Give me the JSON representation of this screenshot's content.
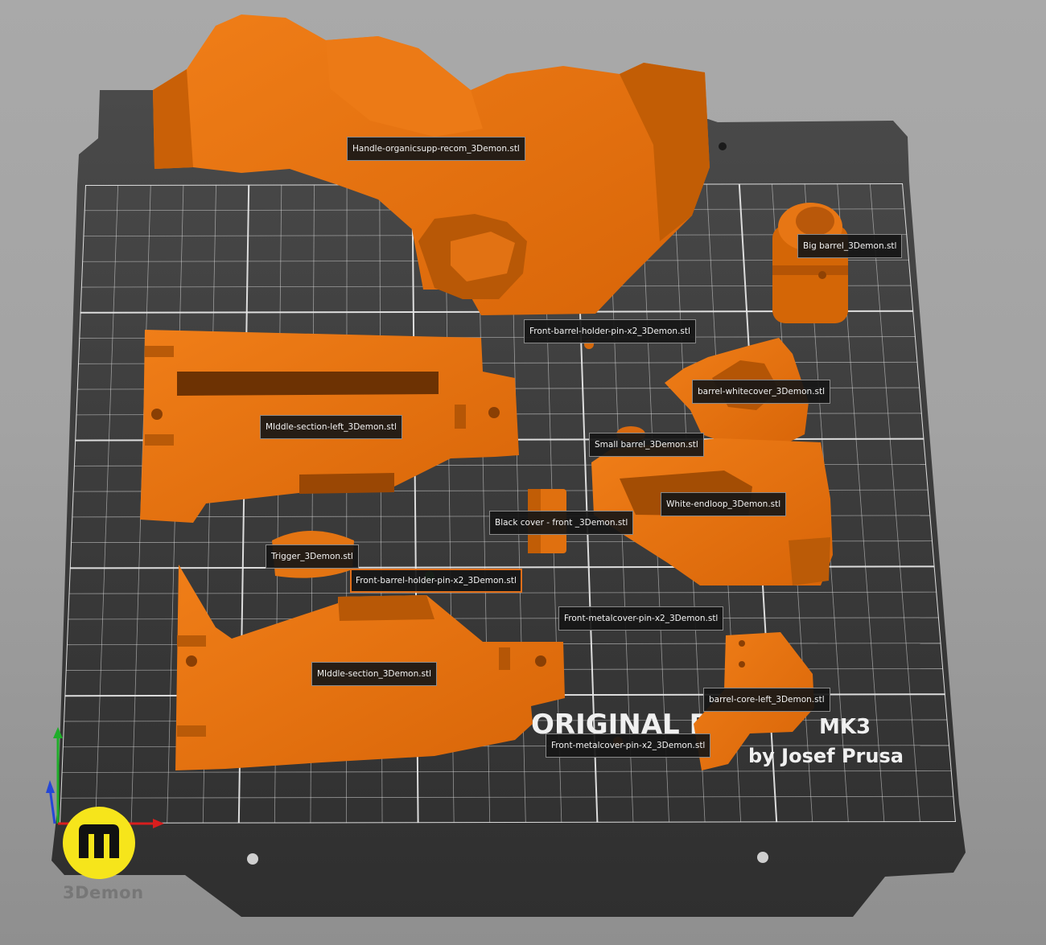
{
  "bed": {
    "printed_title_a": "ORIGINAL P",
    "printed_title_b": "MK3",
    "printed_subtitle": "by Josef Prusa"
  },
  "objects": [
    {
      "id": "handle",
      "label": "Handle-organicsupp-recom_3Demon.stl",
      "selected": false
    },
    {
      "id": "big-barrel",
      "label": "Big barrel_3Demon.stl",
      "selected": false
    },
    {
      "id": "front-pin-1",
      "label": "Front-barrel-holder-pin-x2_3Demon.stl",
      "selected": false
    },
    {
      "id": "barrel-whitecover",
      "label": "barrel-whitecover_3Demon.stl",
      "selected": false
    },
    {
      "id": "middle-left",
      "label": "MIddle-section-left_3Demon.stl",
      "selected": false
    },
    {
      "id": "small-barrel",
      "label": "Small barrel_3Demon.stl",
      "selected": false
    },
    {
      "id": "white-endloop",
      "label": "White-endloop_3Demon.stl",
      "selected": false
    },
    {
      "id": "black-cover",
      "label": "Black cover - front _3Demon.stl",
      "selected": false
    },
    {
      "id": "trigger",
      "label": "Trigger_3Demon.stl",
      "selected": false
    },
    {
      "id": "front-pin-2",
      "label": "Front-barrel-holder-pin-x2_3Demon.stl",
      "selected": true
    },
    {
      "id": "metalcover-pin-1",
      "label": "Front-metalcover-pin-x2_3Demon.stl",
      "selected": false
    },
    {
      "id": "middle-section",
      "label": "MIddle-section_3Demon.stl",
      "selected": false
    },
    {
      "id": "barrel-core-left",
      "label": "barrel-core-left_3Demon.stl",
      "selected": false
    },
    {
      "id": "metalcover-pin-2",
      "label": "Front-metalcover-pin-x2_3Demon.stl",
      "selected": false
    }
  ],
  "brand": {
    "name": "3Demon"
  },
  "colors": {
    "part": "#e06f0c",
    "part_dark": "#a94e05",
    "bed": "#3a3a3a",
    "grid": "#e6e6e6",
    "selection": "#e06f1a",
    "brand_yellow": "#f6e51b"
  },
  "axes": {
    "x_color": "#d81e1e",
    "y_color": "#1fae2a",
    "z_color": "#2447d8"
  }
}
